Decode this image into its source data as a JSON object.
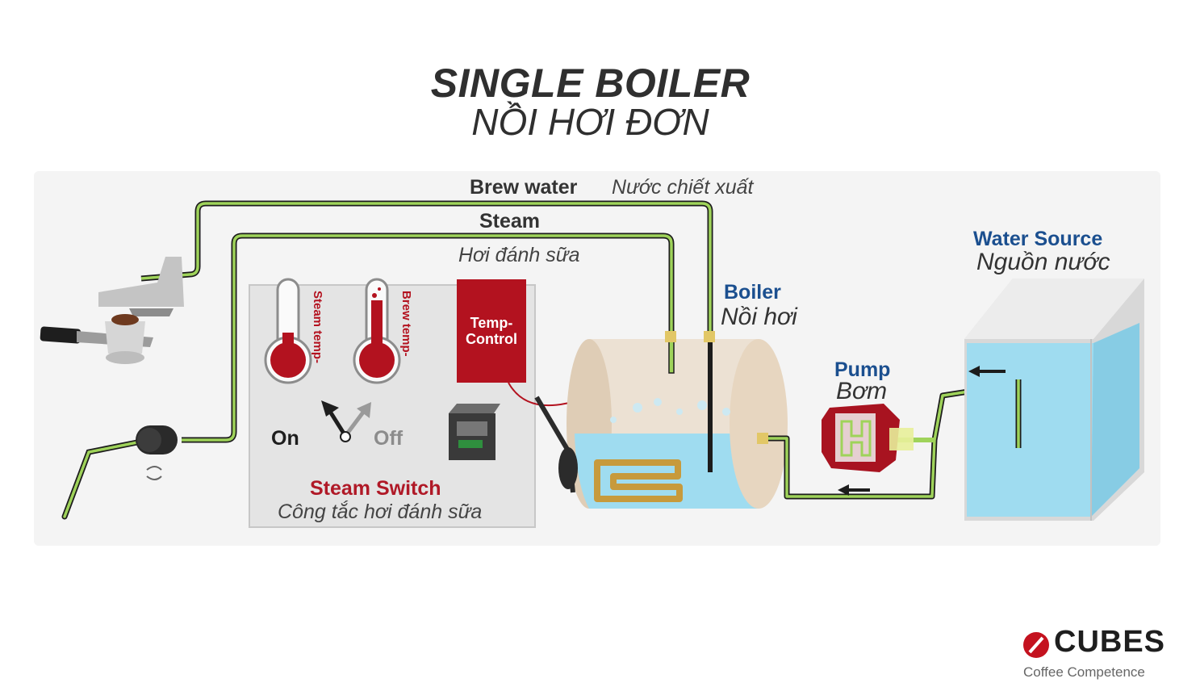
{
  "title": {
    "main": "SINGLE BOILER",
    "sub": "NỒI HƠI ĐƠN"
  },
  "labels": {
    "brew_water": "Brew water",
    "brew_water_vi": "Nước chiết xuất",
    "steam": "Steam",
    "steam_vi": "Hơi đánh sữa",
    "boiler": "Boiler",
    "boiler_vi": "Nồi hơi",
    "pump": "Pump",
    "pump_vi": "Bơm",
    "water_source": "Water Source",
    "water_source_vi": "Nguồn nước",
    "steam_temp": "Steam temp-",
    "brew_temp": "Brew temp-",
    "temp_control_line1": "Temp-",
    "temp_control_line2": "Control",
    "on": "On",
    "off": "Off",
    "steam_switch": "Steam Switch",
    "steam_switch_vi": "Công tắc hơi đánh sữa"
  },
  "logo": {
    "word": "CUBES",
    "tagline": "Coffee Competence"
  },
  "colors": {
    "pipe": "#9fd35a",
    "pipe_outline": "#1c1c1c",
    "red": "#b3121f",
    "water": "#9fdcf0",
    "blue_label": "#1b4f8f",
    "coil": "#c79a3c"
  }
}
